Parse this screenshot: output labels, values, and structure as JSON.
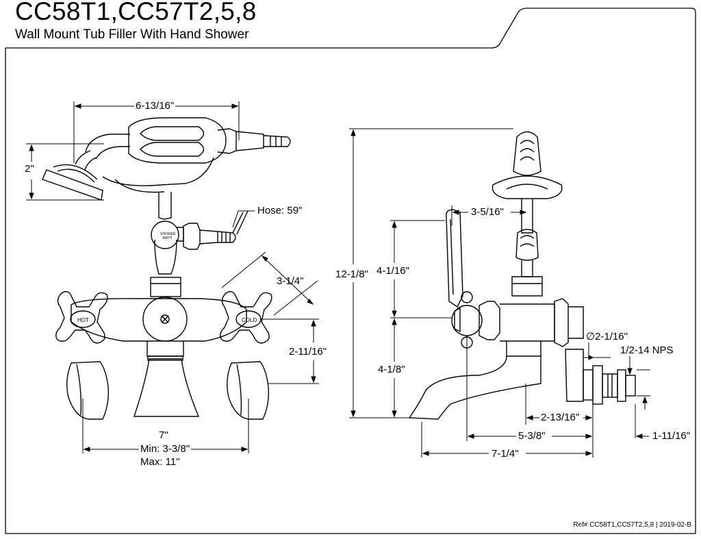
{
  "header": {
    "model": "CC58T1,CC57T2,5,8",
    "description": "Wall Mount Tub Filler With Hand Shower"
  },
  "front_view": {
    "width_top": "6-13/16\"",
    "handshower_height": "2\"",
    "hose": "Hose: 59\"",
    "diverter_top": "SHOWER",
    "diverter_bottom": "BATH",
    "hot": "HOT",
    "cold": "COLD",
    "diag_dim": "3-1/4\"",
    "height_dim": "2-11/16\"",
    "center_spread": "7\"",
    "min_spread": "Min: 3-3/8\"",
    "max_spread": "Max: 11\""
  },
  "side_view": {
    "overall_height": "12-1/8\"",
    "upper_height": "4-1/16\"",
    "lower_height": "4-1/8\"",
    "lever_offset": "3-5/16\"",
    "diameter": "∅2-1/16\"",
    "thread": "1/2-14 NPS",
    "wall_to_body": "2-13/16\"",
    "wall_to_lever": "5-3/8\"",
    "overall_reach": "7-1/4\"",
    "connector": "1-11/16\""
  },
  "footer": {
    "ref": "Ref# CC58T1,CC57T2,5,8 | 2019-02-B"
  }
}
